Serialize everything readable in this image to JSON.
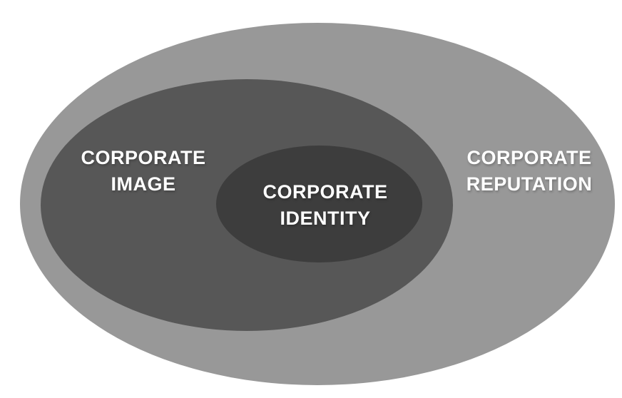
{
  "diagram": {
    "type": "nested-ellipse-diagram",
    "background_color": "#ffffff",
    "text_color": "#ffffff",
    "rings": [
      {
        "name": "Corporate Reputation",
        "level": "outer",
        "color": "#989898"
      },
      {
        "name": "Corporate Image",
        "level": "middle",
        "color": "#575757"
      },
      {
        "name": "Corporate Identity",
        "level": "inner",
        "color": "#3d3d3d"
      }
    ],
    "labels": {
      "image": {
        "line1": "CORPORATE",
        "line2": "IMAGE"
      },
      "identity": {
        "line1": "CORPORATE",
        "line2": "IDENTITY"
      },
      "reputation": {
        "line1": "CORPORATE",
        "line2": "REPUTATION"
      }
    }
  }
}
